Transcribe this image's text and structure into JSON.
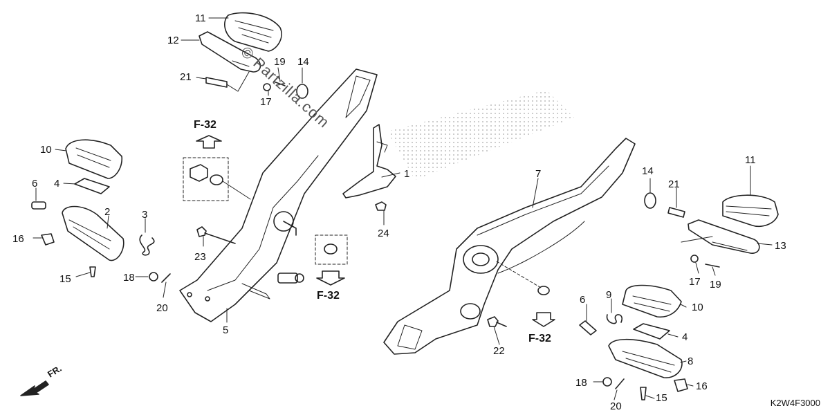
{
  "watermark": "© Partzilla.com",
  "diagram_code": "K2W4F3000",
  "front_indicator": "FR.",
  "ref_left_top": "F-32",
  "ref_left_bottom": "F-32",
  "ref_right": "F-32",
  "callouts": {
    "c1": "1",
    "c2": "2",
    "c3": "3",
    "c4l": "4",
    "c4r": "4",
    "c5": "5",
    "c6l": "6",
    "c6r": "6",
    "c7": "7",
    "c8": "8",
    "c9": "9",
    "c10l": "10",
    "c10r": "10",
    "c11l": "11",
    "c11r": "11",
    "c12": "12",
    "c13": "13",
    "c14l": "14",
    "c14r": "14",
    "c15l": "15",
    "c15r": "15",
    "c16l": "16",
    "c16r": "16",
    "c17l": "17",
    "c17r": "17",
    "c18l": "18",
    "c18r": "18",
    "c19l": "19",
    "c19r": "19",
    "c20l": "20",
    "c20r": "20",
    "c21l": "21",
    "c21r": "21",
    "c22": "22",
    "c23": "23",
    "c24": "24"
  }
}
